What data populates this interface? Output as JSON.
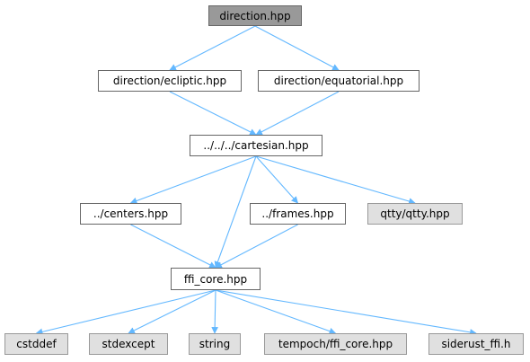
{
  "graph": {
    "colors": {
      "edge": "#63b8ff",
      "root_fill": "#999999",
      "node_fill": "#ffffff",
      "external_fill": "#e0e0e0",
      "border": "#666666"
    },
    "nodes": {
      "direction_hpp": {
        "label": "direction.hpp",
        "kind": "root"
      },
      "direction_ecliptic": {
        "label": "direction/ecliptic.hpp",
        "kind": "local"
      },
      "direction_equatorial": {
        "label": "direction/equatorial.hpp",
        "kind": "local"
      },
      "cartesian": {
        "label": "../../../cartesian.hpp",
        "kind": "local"
      },
      "centers": {
        "label": "../centers.hpp",
        "kind": "local"
      },
      "frames": {
        "label": "../frames.hpp",
        "kind": "local"
      },
      "qtty": {
        "label": "qtty/qtty.hpp",
        "kind": "external"
      },
      "ffi_core": {
        "label": "ffi_core.hpp",
        "kind": "local"
      },
      "cstddef": {
        "label": "cstddef",
        "kind": "external"
      },
      "stdexcept": {
        "label": "stdexcept",
        "kind": "external"
      },
      "string": {
        "label": "string",
        "kind": "external"
      },
      "tempoch_ffi_core": {
        "label": "tempoch/ffi_core.hpp",
        "kind": "external"
      },
      "siderust_ffi": {
        "label": "siderust_ffi.h",
        "kind": "external"
      }
    },
    "edges": [
      {
        "from": "direction_hpp",
        "to": "direction_ecliptic"
      },
      {
        "from": "direction_hpp",
        "to": "direction_equatorial"
      },
      {
        "from": "direction_ecliptic",
        "to": "cartesian"
      },
      {
        "from": "direction_equatorial",
        "to": "cartesian"
      },
      {
        "from": "cartesian",
        "to": "centers"
      },
      {
        "from": "cartesian",
        "to": "ffi_core"
      },
      {
        "from": "cartesian",
        "to": "frames"
      },
      {
        "from": "cartesian",
        "to": "qtty"
      },
      {
        "from": "centers",
        "to": "ffi_core"
      },
      {
        "from": "frames",
        "to": "ffi_core"
      },
      {
        "from": "ffi_core",
        "to": "cstddef"
      },
      {
        "from": "ffi_core",
        "to": "stdexcept"
      },
      {
        "from": "ffi_core",
        "to": "string"
      },
      {
        "from": "ffi_core",
        "to": "tempoch_ffi_core"
      },
      {
        "from": "ffi_core",
        "to": "siderust_ffi"
      }
    ]
  }
}
